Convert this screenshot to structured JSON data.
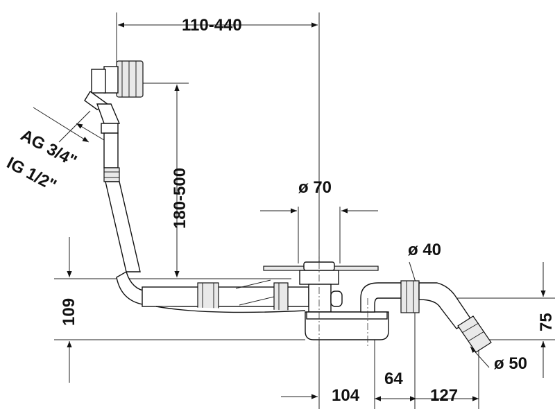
{
  "dimensions": {
    "top_width": "110-440",
    "vertical_height": "180-500",
    "connection_ag": "AG 3/4\"",
    "connection_ig": "IG 1/2\"",
    "drain_diameter": "ø 70",
    "outlet_diameter": "ø 40",
    "pipe_diameter": "ø 50",
    "left_height": "109",
    "right_height": "75",
    "bottom_a": "104",
    "bottom_b": "64",
    "bottom_c": "127"
  },
  "colors": {
    "line": "#111111",
    "part_fill": "#e9e9e9",
    "background": "#ffffff"
  }
}
